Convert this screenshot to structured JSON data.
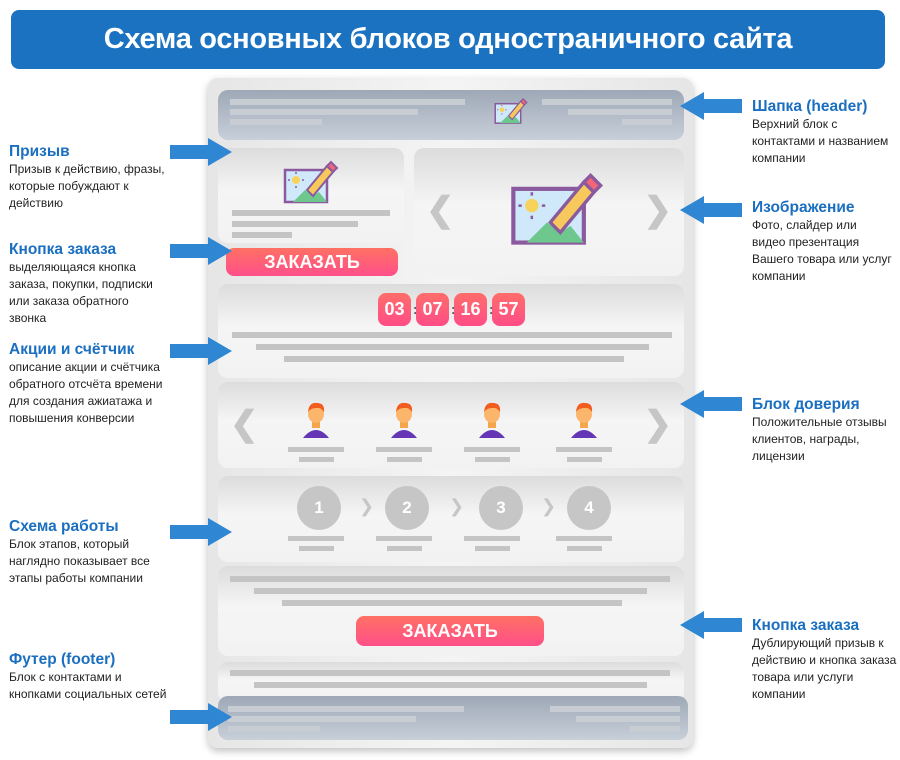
{
  "title": "Схема основных блоков одностраничного сайта",
  "mockup": {
    "order_button_top": "ЗАКАЗАТЬ",
    "order_button_bottom": "ЗАКАЗАТЬ",
    "countdown": [
      "03",
      "07",
      "16",
      "57"
    ],
    "steps": [
      "1",
      "2",
      "3",
      "4"
    ],
    "slider_prev": "❮",
    "slider_next": "❯",
    "step_chevron": "❯"
  },
  "labels_left": [
    {
      "title": "Призыв",
      "text": "Призыв к действию, фразы, которые побуждают к действию"
    },
    {
      "title": "Кнопка заказа",
      "text": "выделяющаяся кнопка заказа, покупки, подписки или заказа обратного звонка"
    },
    {
      "title": "Акции и счётчик",
      "text": "описание акции и счётчика обратного отсчёта времени для создания ажиатажа и повышения конверсии"
    },
    {
      "title": "Схема работы",
      "text": "Блок этапов, который наглядно показывает все этапы работы компании"
    },
    {
      "title": "Футер (footer)",
      "text": "Блок с контактами и кнопками социальных сетей"
    }
  ],
  "labels_right": [
    {
      "title": "Шапка (header)",
      "text": "Верхний блок с контактами и названием компании"
    },
    {
      "title": "Изображение",
      "text": "Фото, слайдер или видео презентация Вашего товара или услуг компании"
    },
    {
      "title": "Блок доверия",
      "text": "Положительные отзывы клиентов, награды, лицензии"
    },
    {
      "title": "Кнопка заказа",
      "text": "Дублирующий призыв к действию и кнопка заказа товара или услуги компании"
    }
  ],
  "colors": {
    "accent": "#1a72c0",
    "button": "#ff5f7a",
    "placeholder": "#c4c4c4"
  }
}
